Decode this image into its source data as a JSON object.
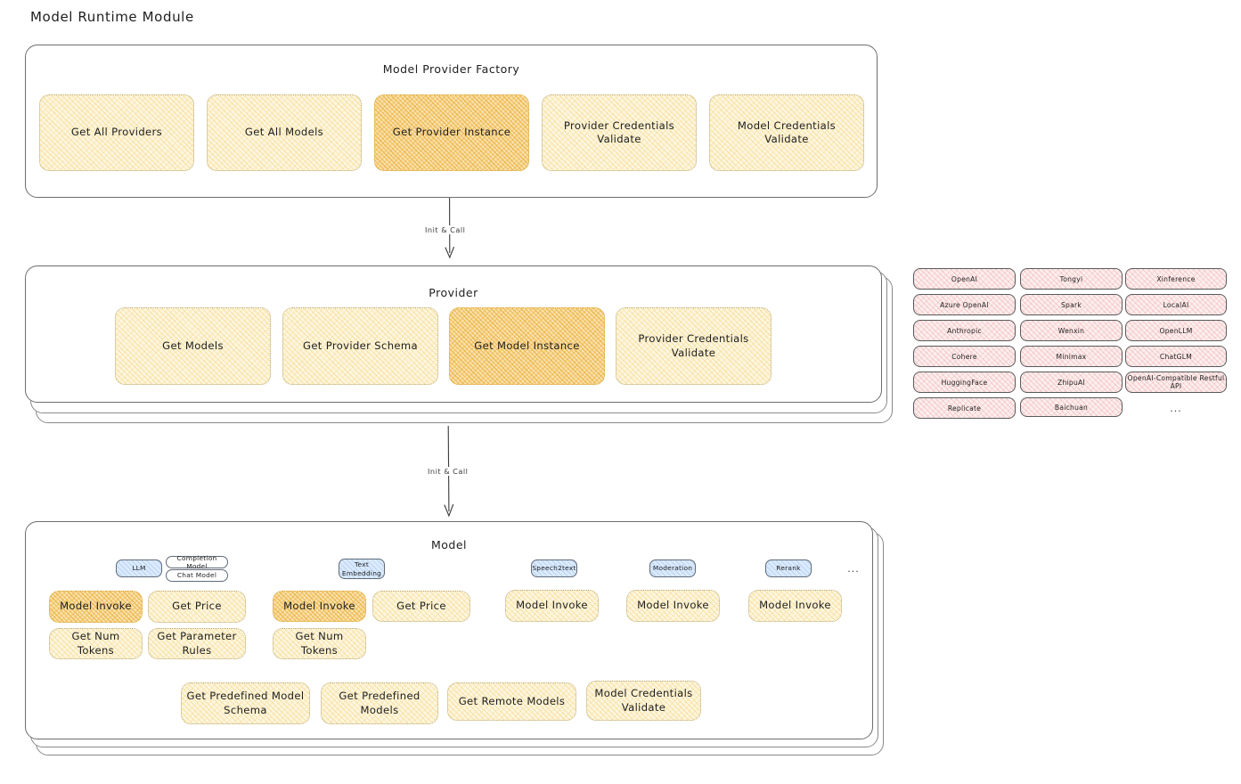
{
  "page": {
    "title": "Model Runtime Module"
  },
  "factory": {
    "title": "Model Provider Factory",
    "methods": [
      {
        "label": "Get All Providers",
        "highlighted": false
      },
      {
        "label": "Get All Models",
        "highlighted": false
      },
      {
        "label": "Get Provider Instance",
        "highlighted": true
      },
      {
        "label": "Provider Credentials Validate",
        "highlighted": false
      },
      {
        "label": "Model Credentials Validate",
        "highlighted": false
      }
    ]
  },
  "arrows": [
    {
      "label": "Init & Call"
    },
    {
      "label": "Init & Call"
    }
  ],
  "provider": {
    "title": "Provider",
    "methods": [
      {
        "label": "Get Models",
        "highlighted": false
      },
      {
        "label": "Get Provider Schema",
        "highlighted": false
      },
      {
        "label": "Get Model Instance",
        "highlighted": true
      },
      {
        "label": "Provider Credentials Validate",
        "highlighted": false
      }
    ]
  },
  "provider_list": {
    "columns": [
      {
        "items": [
          "OpenAI",
          "Azure OpenAI",
          "Anthropic",
          "Cohere",
          "HuggingFace",
          "Replicate"
        ]
      },
      {
        "items": [
          "Tongyi",
          "Spark",
          "Wenxin",
          "Minimax",
          "ZhipuAI",
          "Baichuan"
        ]
      },
      {
        "items": [
          "Xinference",
          "LocalAI",
          "OpenLLM",
          "ChatGLM",
          "OpenAI-Compatible Restful API"
        ]
      }
    ],
    "more": "..."
  },
  "model": {
    "title": "Model",
    "more": "...",
    "types": [
      {
        "name": "LLM",
        "sub_badges": [
          "Completion Model",
          "Chat Model"
        ],
        "methods": [
          {
            "label": "Model Invoke",
            "highlighted": true
          },
          {
            "label": "Get Price",
            "highlighted": false
          },
          {
            "label": "Get Num Tokens",
            "highlighted": false
          },
          {
            "label": "Get Parameter Rules",
            "highlighted": false
          }
        ]
      },
      {
        "name": "Text Embedding",
        "sub_badges": [],
        "methods": [
          {
            "label": "Model Invoke",
            "highlighted": true
          },
          {
            "label": "Get Price",
            "highlighted": false
          },
          {
            "label": "Get Num Tokens",
            "highlighted": false
          }
        ]
      },
      {
        "name": "Speech2text",
        "sub_badges": [],
        "methods": [
          {
            "label": "Model Invoke",
            "highlighted": false
          }
        ]
      },
      {
        "name": "Moderation",
        "sub_badges": [],
        "methods": [
          {
            "label": "Model Invoke",
            "highlighted": false
          }
        ]
      },
      {
        "name": "Rerank",
        "sub_badges": [],
        "methods": [
          {
            "label": "Model Invoke",
            "highlighted": false
          }
        ]
      }
    ],
    "shared_methods": [
      {
        "label": "Get Predefined Model Schema"
      },
      {
        "label": "Get Predefined Models"
      },
      {
        "label": "Get Remote Models"
      },
      {
        "label": "Model Credentials Validate"
      }
    ]
  },
  "colors": {
    "method_fill": "#fdf6df",
    "method_highlight_fill": "#fae2ae",
    "badge_fill": "#dbeafd",
    "chip_fill": "#fdeeee",
    "stroke": "#1e1e1e"
  }
}
